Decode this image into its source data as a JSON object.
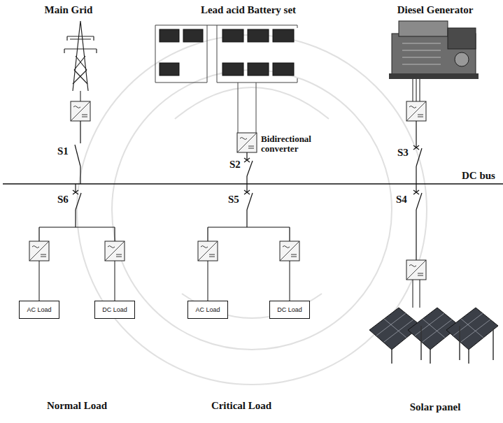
{
  "diagram": {
    "nodes": [
      {
        "text": [
          "AC Load"
        ]
      },
      {
        "text": [
          "DC Load"
        ]
      },
      {
        "text": [
          "AC Load"
        ]
      },
      {
        "text": [
          "DC Load"
        ]
      }
    ],
    "labels": [
      "Main Grid",
      "Lead acid Battery set",
      "Diesel Generator",
      "Bidirectional converter",
      "S1",
      "S2",
      "S3",
      "DC bus",
      "S6",
      "S5",
      "S4",
      "Normal Load",
      "Critical Load",
      "Solar panel"
    ]
  }
}
